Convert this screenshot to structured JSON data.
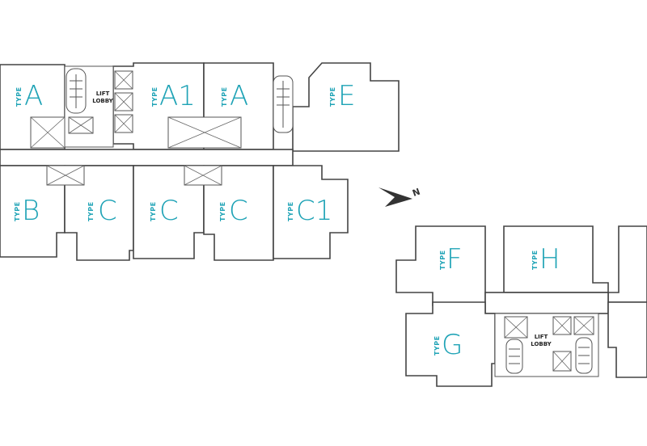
{
  "colors": {
    "accent": "#1fa3b6",
    "line": "#444444"
  },
  "units": {
    "type_word": "TYPE",
    "a_left": "A",
    "a1": "A1",
    "a_mid": "A",
    "e": "E",
    "b": "B",
    "c1": "C",
    "c2": "C",
    "c3": "C",
    "c4": "C1",
    "f": "F",
    "h": "H",
    "g": "G"
  },
  "lobby": {
    "line1": "LIFT",
    "line2": "LOBBY"
  },
  "north_arrow": {
    "label": "N"
  }
}
